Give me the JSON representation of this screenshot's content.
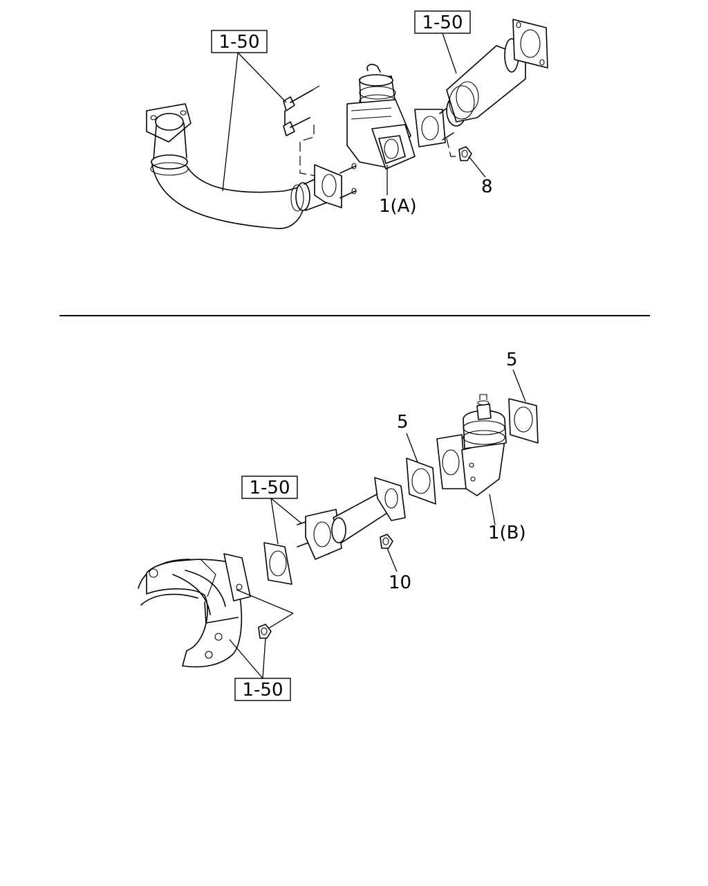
{
  "callouts": {
    "ref_top_left": "1-50",
    "ref_top_right": "1-50",
    "ref_bottom_mid": "1-50",
    "ref_bottom_low": "1-50",
    "part_1a": "1(A)",
    "part_1b": "1(B)",
    "part_8": "8",
    "part_5_upper": "5",
    "part_5_lower": "5",
    "part_10": "10"
  }
}
